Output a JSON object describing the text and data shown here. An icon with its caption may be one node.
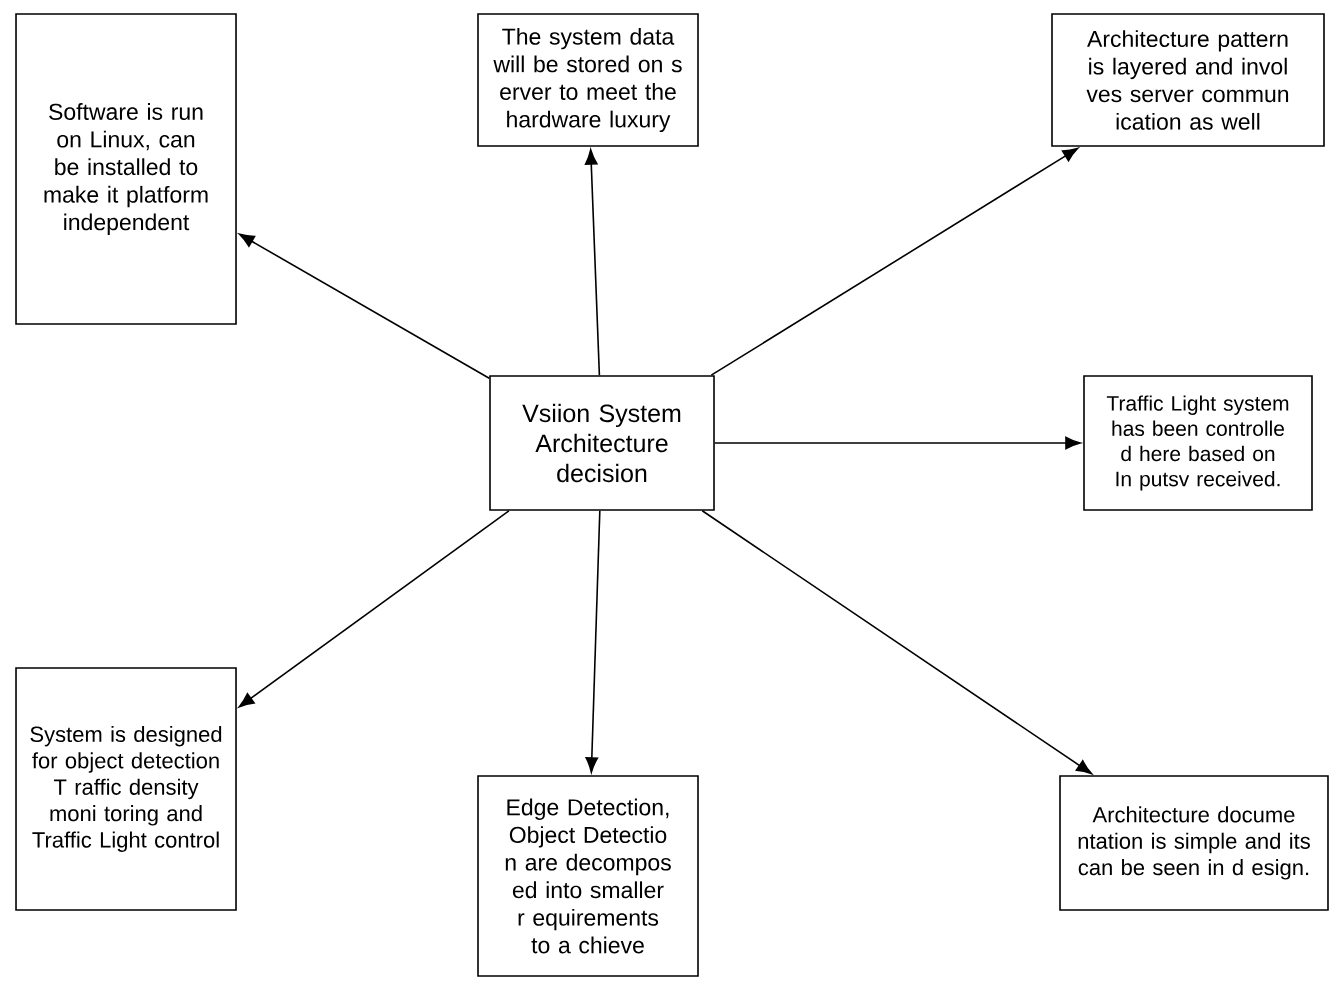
{
  "diagram": {
    "nodes": [
      {
        "text": [
          "Software is run on Linux, can be installed to make it platform independent"
        ]
      },
      {
        "text": [
          "The system data will be stored on s erver to meet the hardware luxury"
        ]
      },
      {
        "text": [
          "Architecture pattern is layered and invol ves server commun ication as well"
        ]
      },
      {
        "text": [
          "Vsiion System Architecture decision"
        ]
      },
      {
        "text": [
          "Traffic Light system has been controlle d here based on In putsv received."
        ]
      },
      {
        "text": [
          "System is designed for object detection T raffic density moni toring and Traffic Light control"
        ]
      },
      {
        "text": [
          "Edge Detection, Object Detectio n are decompos ed into smaller r equirements to a chieve"
        ]
      },
      {
        "text": [
          "Architecture docume ntation is simple and its can be seen in d esign."
        ]
      }
    ],
    "edges": [
      {
        "from": 3,
        "to": 0,
        "arrow": "to"
      },
      {
        "from": 3,
        "to": 1,
        "arrow": "to"
      },
      {
        "from": 3,
        "to": 2,
        "arrow": "to"
      },
      {
        "from": 3,
        "to": 4,
        "arrow": "to"
      },
      {
        "from": 3,
        "to": 5,
        "arrow": "to"
      },
      {
        "from": 3,
        "to": 6,
        "arrow": "to"
      },
      {
        "from": 3,
        "to": 7,
        "arrow": "to"
      }
    ]
  }
}
